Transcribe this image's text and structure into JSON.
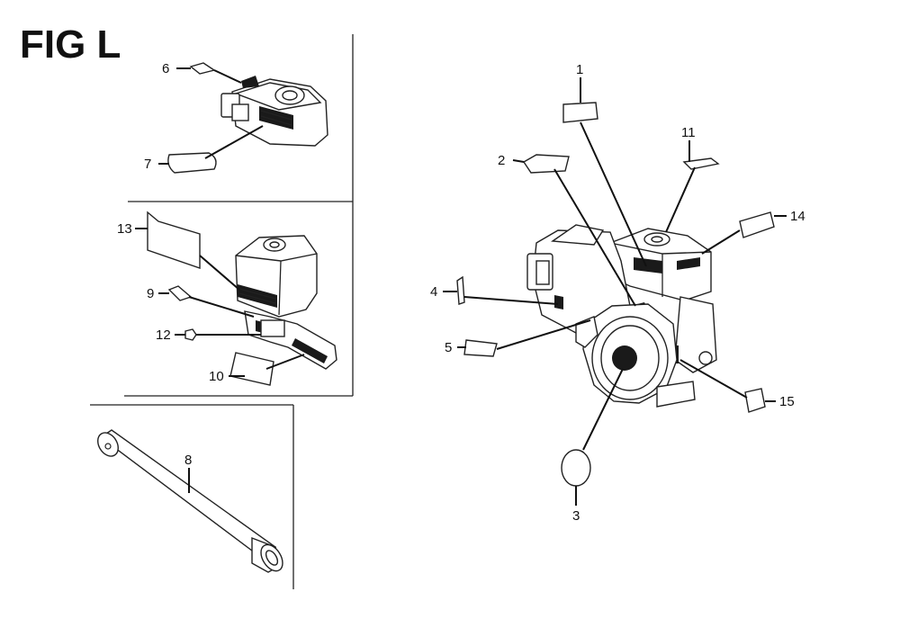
{
  "figure": {
    "title": "FIG L",
    "callouts": {
      "c1": "1",
      "c2": "2",
      "c3": "3",
      "c4": "4",
      "c5": "5",
      "c6": "6",
      "c7": "7",
      "c8": "8",
      "c9": "9",
      "c10": "10",
      "c11": "11",
      "c12": "12",
      "c13": "13",
      "c14": "14",
      "c15": "15"
    }
  }
}
